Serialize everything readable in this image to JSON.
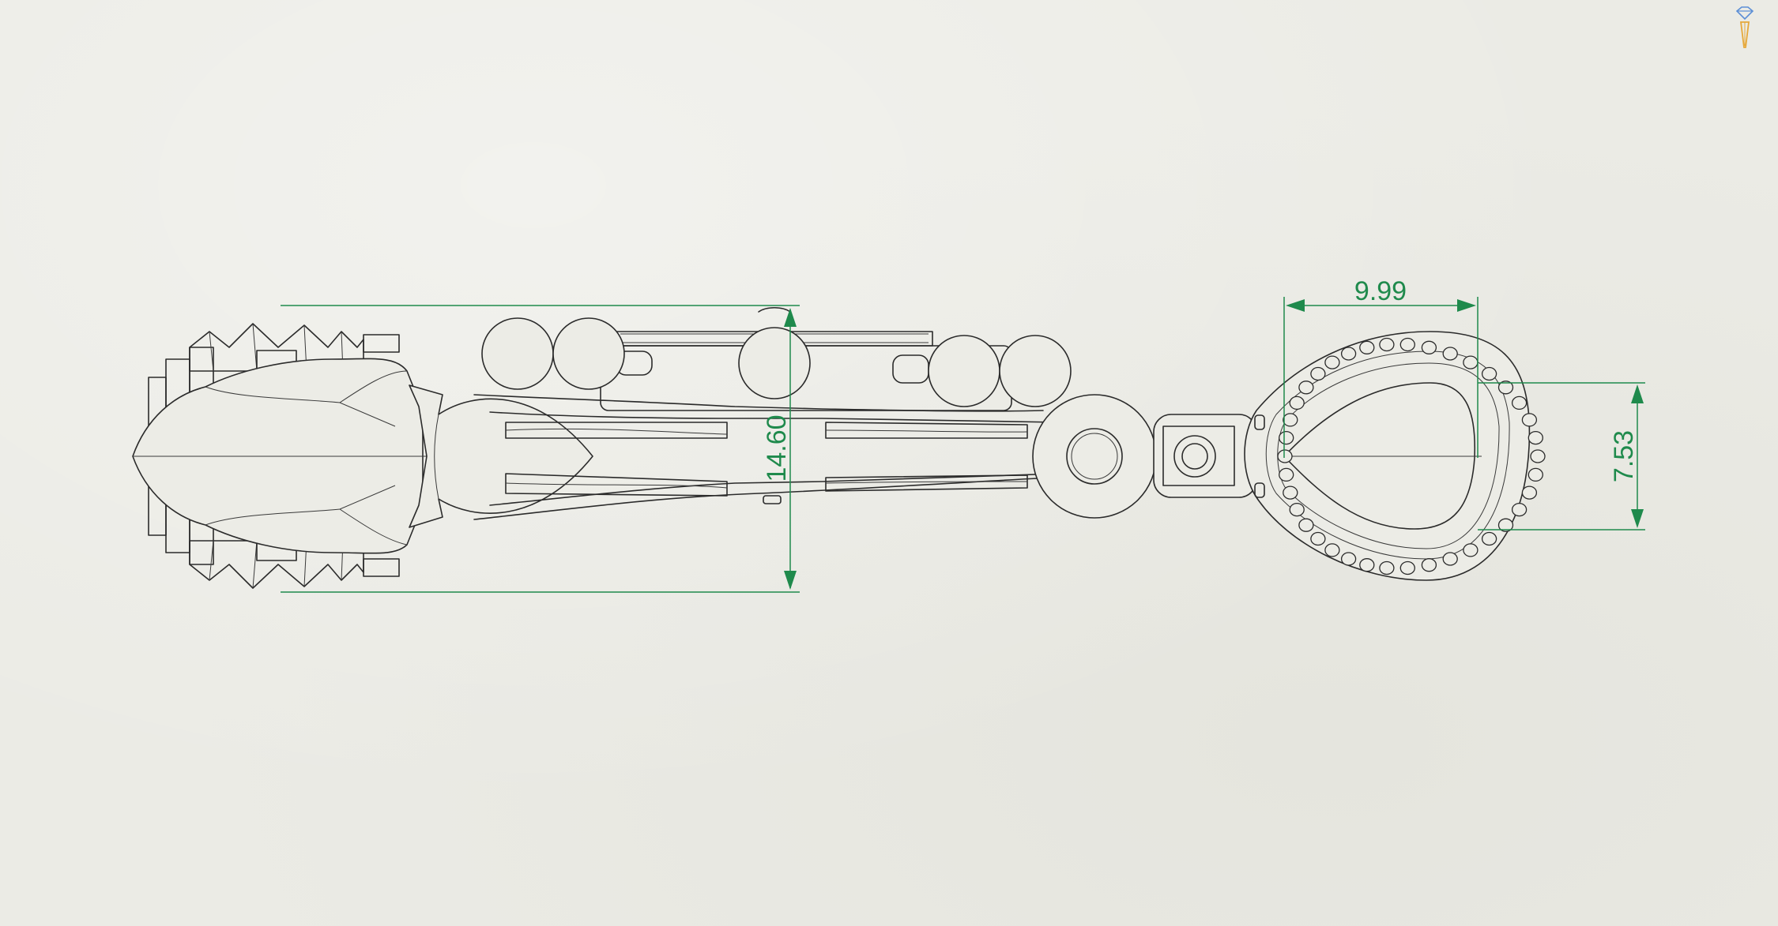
{
  "dimensions": {
    "height_total": "14.60",
    "bail_width": "9.99",
    "bail_height": "7.53"
  },
  "colors": {
    "paper": "#ebebe5",
    "outline": "#2b2b2b",
    "dimension": "#1f8a4c",
    "logo_gold": "#e6a83a",
    "logo_blue": "#5c8fd6"
  },
  "icons": {
    "app_logo": "diamond-jewelry-logo-icon"
  }
}
